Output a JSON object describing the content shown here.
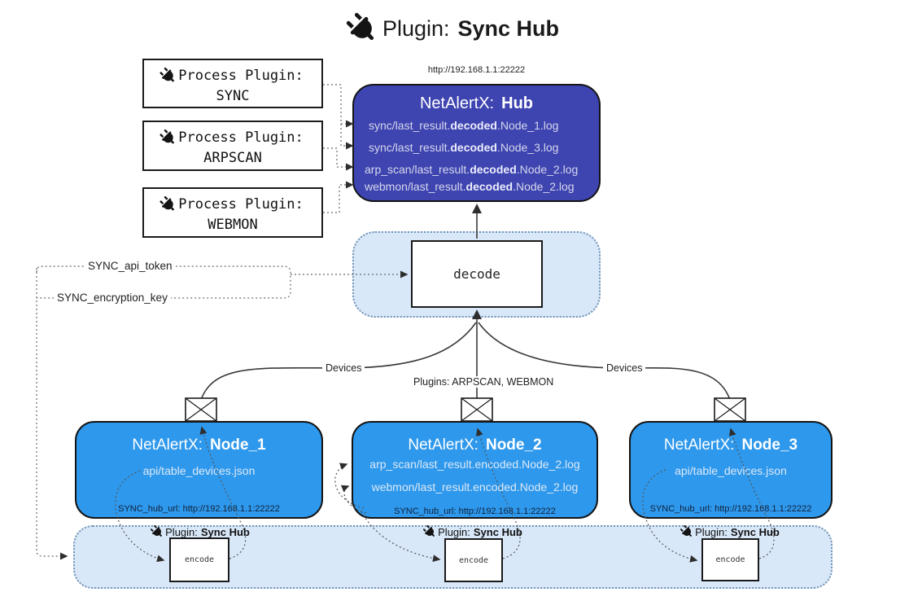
{
  "title": {
    "pre": "Plugin:",
    "bold": "Sync Hub"
  },
  "hub": {
    "url_label": "http://192.168.1.1:22222",
    "title_pre": "NetAlertX:",
    "title_bold": "Hub",
    "lines": [
      {
        "pre": "sync/last_result.",
        "bold": "decoded",
        "post": ".Node_1.log"
      },
      {
        "pre": "sync/last_result.",
        "bold": "decoded",
        "post": ".Node_3.log"
      },
      {
        "pre": "arp_scan/last_result.",
        "bold": "decoded",
        "post": ".Node_2.log"
      },
      {
        "pre": "webmon/last_result.",
        "bold": "decoded",
        "post": ".Node_2.log"
      }
    ]
  },
  "process_plugins": [
    {
      "heading": "Process Plugin:",
      "name": "SYNC"
    },
    {
      "heading": "Process Plugin:",
      "name": "ARPSCAN"
    },
    {
      "heading": "Process Plugin:",
      "name": "WEBMON"
    }
  ],
  "decode_label": "decode",
  "tokens": {
    "api_token": "SYNC_api_token",
    "encryption_key": "SYNC_encryption_key"
  },
  "edge_labels": {
    "devices_left": "Devices",
    "devices_right": "Devices",
    "plugins": "Plugins: ARPSCAN, WEBMON"
  },
  "nodes": [
    {
      "title_pre": "NetAlertX:",
      "title_bold": "Node_1",
      "files": [
        "api/table_devices.json"
      ],
      "hub_url": "SYNC_hub_url: http://192.168.1.1:22222"
    },
    {
      "title_pre": "NetAlertX:",
      "title_bold": "Node_2",
      "files": [
        "arp_scan/last_result.encoded.Node_2.log",
        "webmon/last_result.encoded.Node_2.log"
      ],
      "hub_url": "SYNC_hub_url: http://192.168.1.1:22222"
    },
    {
      "title_pre": "NetAlertX:",
      "title_bold": "Node_3",
      "files": [
        "api/table_devices.json"
      ],
      "hub_url": "SYNC_hub_url: http://192.168.1.1:22222"
    }
  ],
  "encode_sections": [
    {
      "label_pre": "Plugin:",
      "label_bold": "Sync Hub",
      "box_label": "encode"
    },
    {
      "label_pre": "Plugin:",
      "label_bold": "Sync Hub",
      "box_label": "encode"
    },
    {
      "label_pre": "Plugin:",
      "label_bold": "Sync Hub",
      "box_label": "encode"
    }
  ],
  "icons": {
    "plug": "plug-icon",
    "envelope": "envelope-icon"
  },
  "colors": {
    "hub_fill": "#3e44b0",
    "node_fill": "#2e98ec",
    "container_fill": "#d9e8f9",
    "container_border": "#7394b5",
    "hub_text": "#d6d8ec",
    "node_text": "#dce9f8"
  }
}
